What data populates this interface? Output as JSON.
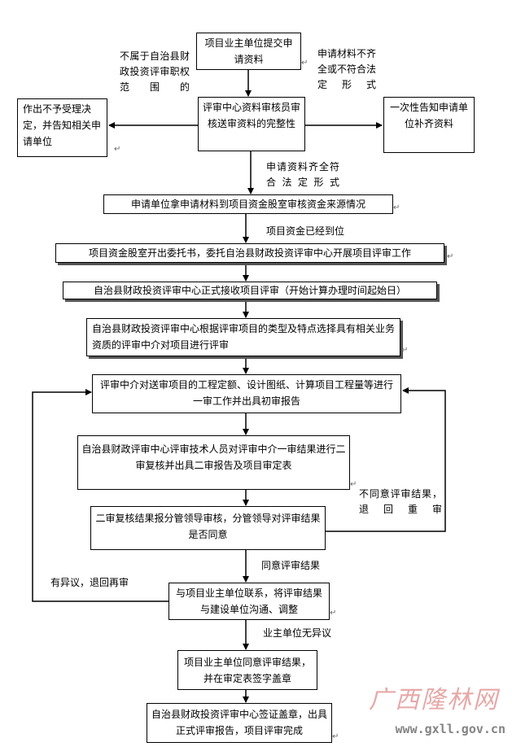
{
  "boxes": {
    "b1": "项目业主单位提交申请资料",
    "b2": "评审中心资料审核员审核送审资料的完整性",
    "b_left": "作出不予受理决定，并告知相关申请单位",
    "b_right": "一次性告知申请单位补齐资料",
    "b3": "申请单位拿申请材料到项目资金股室审核资金来源情况",
    "b4": "项目资金股室开出委托书，委托自治县财政投资评审中心开展项目评审工作",
    "b5": "自治县财政投资评审中心正式接收项目评审（开始计算办理时间起始日）",
    "b6": "自治县财政投资评审中心根据评审项目的类型及特点选择具有相关业务资质的评审中介对项目进行评审",
    "b7": "评审中介对送审项目的工程定额、设计图纸、计算项目工程量等进行一审工作并出具初审报告",
    "b8": "自治县财政评审中心评审技术人员对评审中介一审结果进行二审复核并出具二审报告及项目审定表",
    "b9": "二审复核结果报分管领导审核，分管领导对评审结果是否同意",
    "b10": "与项目业主单位联系，将评审结果与建设单位沟通、调整",
    "b11": "项目业主单位同意评审结果，并在审定表签字盖章",
    "b12": "自治县财政投资评审中心签证盖章，出具正式评审报告，项目评审完成"
  },
  "labels": {
    "not_in_scope": "不属于自治县财政投资评审职权范围的",
    "incomplete": "申请材料不齐全或不符合法定形式",
    "complete": "申请资料齐全符合法定形式",
    "funds_ready": "项目资金已经到位",
    "disagree": "不同意评审结果，退回重审",
    "agree": "同意评审结果",
    "objection": "有异议，退回再审",
    "no_objection": "业主单位无异议"
  },
  "watermark": {
    "site_name": "广西隆林网",
    "url": "www.gxll.gov.cn"
  },
  "paragraph_mark": "↵"
}
